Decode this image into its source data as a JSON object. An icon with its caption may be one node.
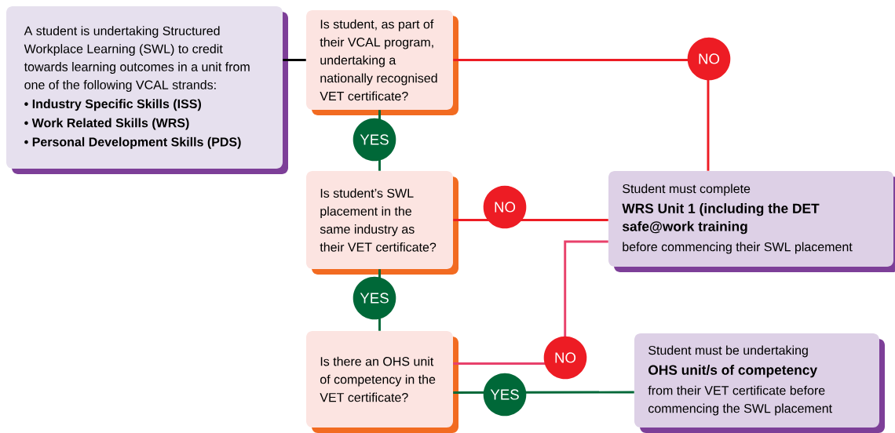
{
  "diagram": {
    "nodes": [
      {
        "text": [
          "A student is undertaking Structured Workplace Learning (SWL) to credit towards learning outcomes in a unit from one of the following VCAL strands:",
          "• Industry Specific Skills (ISS)",
          "• Work Related Skills (WRS)",
          "• Personal Development Skills (PDS)"
        ]
      },
      {
        "text": [
          "Is student, as part of their VCAL program, undertaking a nationally recognised VET certificate?"
        ]
      },
      {
        "text": [
          "Is student’s SWL placement in the same industry as their VET certificate?"
        ]
      },
      {
        "text": [
          "Is there an OHS unit of competency in the VET certificate?"
        ]
      },
      {
        "text": [
          "Student must complete",
          "WRS Unit 1 (including the DET safe@work training",
          "before commencing their SWL placement"
        ]
      },
      {
        "text": [
          "Student must be undertaking",
          "OHS unit/s of competency",
          "from their VET certificate before commencing the SWL placement"
        ]
      }
    ],
    "edges": [
      {
        "from": 0,
        "to": 1,
        "arrow": "none",
        "color": "#000000"
      },
      {
        "from": 1,
        "to": 4,
        "arrow": "none",
        "label": "NO",
        "color": "#ed1c24"
      },
      {
        "from": 1,
        "to": 2,
        "arrow": "none",
        "label": "YES"
      },
      {
        "from": 2,
        "to": 4,
        "arrow": "none",
        "label": "NO",
        "color": "#ed1c24"
      },
      {
        "from": 2,
        "to": 3,
        "arrow": "none",
        "label": "YES"
      },
      {
        "from": 3,
        "to": 4,
        "arrow": "none",
        "label": "NO",
        "color": "#e8416b"
      },
      {
        "from": 3,
        "to": 5,
        "arrow": "none",
        "label": "YES"
      }
    ]
  }
}
